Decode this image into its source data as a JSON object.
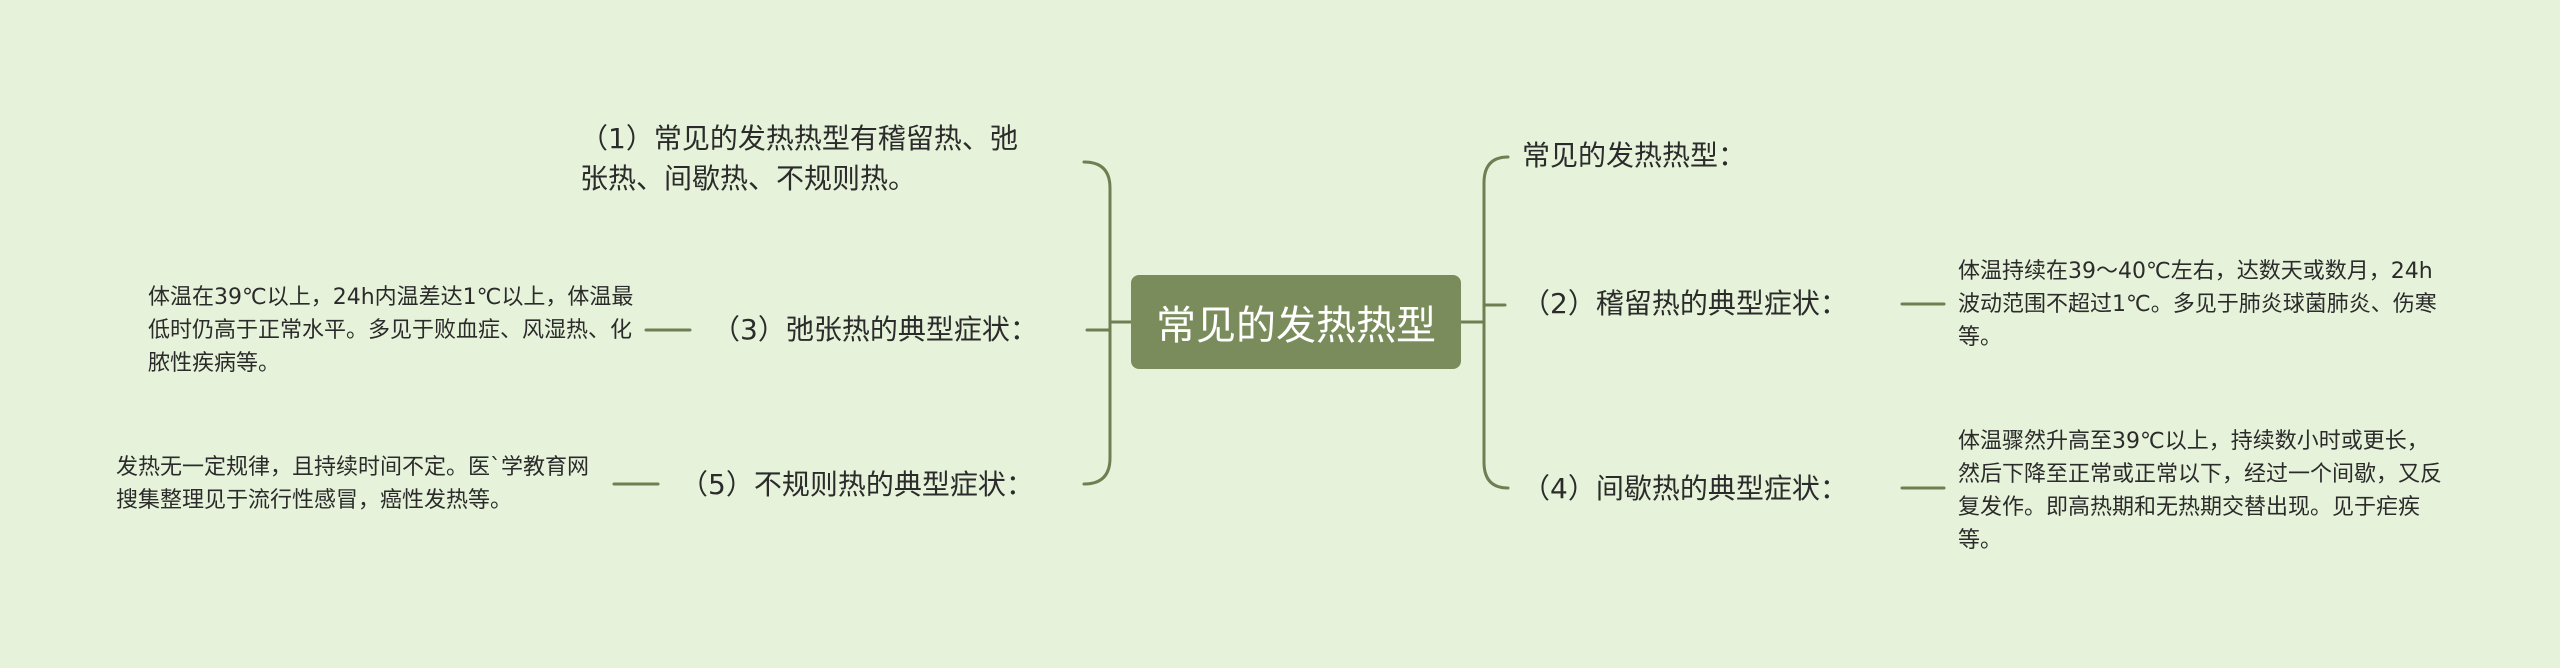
{
  "root": {
    "label": "常见的发热热型"
  },
  "left_nodes": [
    {
      "label": "（1）常见的发热热型有稽留热、弛张热、间歇热、不规则热。",
      "detail": ""
    },
    {
      "label": "（3）弛张热的典型症状：",
      "detail": "体温在39℃以上，24h内温差达1℃以上，体温最低时仍高于正常水平。多见于败血症、风湿热、化脓性疾病等。"
    },
    {
      "label": "（5）不规则热的典型症状：",
      "detail": "发热无一定规律，且持续时间不定。医`学教育网搜集整理见于流行性感冒，癌性发热等。"
    }
  ],
  "right_nodes": [
    {
      "label": "常见的发热热型：",
      "detail": ""
    },
    {
      "label": "（2）稽留热的典型症状：",
      "detail": "体温持续在39～40℃左右，达数天或数月，24h波动范围不超过1℃。多见于肺炎球菌肺炎、伤寒等。"
    },
    {
      "label": "（4）间歇热的典型症状：",
      "detail": "体温骤然升高至39℃以上，持续数小时或更长，然后下降至正常或正常以下，经过一个间歇，又反复发作。即高热期和无热期交替出现。见于疟疾等。"
    }
  ],
  "colors": {
    "background": "#e6f3da",
    "root_fill": "#7a8c5b",
    "connector": "#6f7f52"
  }
}
